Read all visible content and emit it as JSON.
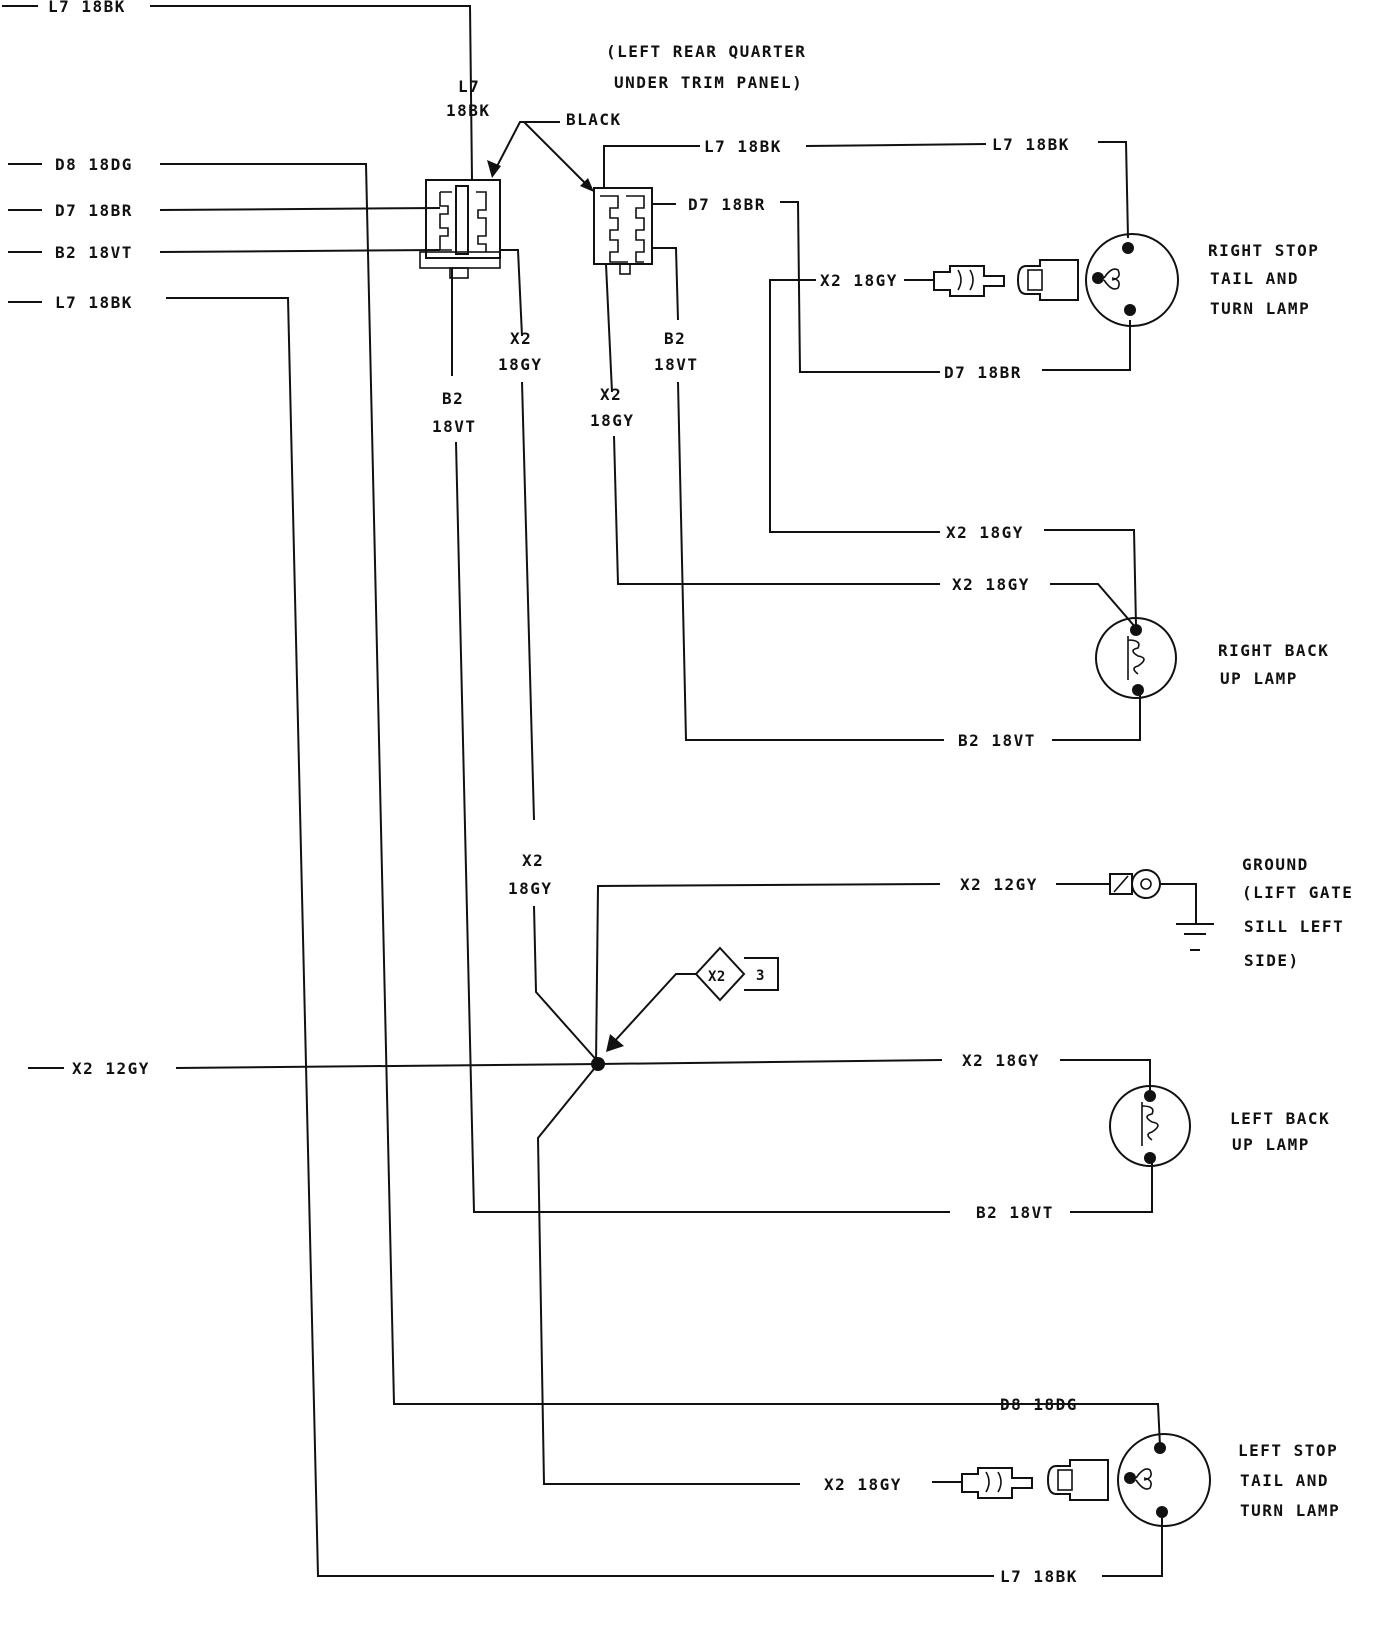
{
  "diagram": {
    "location_note": [
      "(LEFT REAR QUARTER",
      "UNDER TRIM PANEL)"
    ],
    "connector_color": "BLACK",
    "left_feeds": [
      {
        "circuit": "L7 18BK"
      },
      {
        "circuit": "D8 18DG"
      },
      {
        "circuit": "D7 18BR"
      },
      {
        "circuit": "B2 18VT"
      },
      {
        "circuit": "L7 18BK"
      },
      {
        "circuit": "X2 12GY"
      }
    ],
    "vertical_labels": {
      "l7_top": [
        "L7",
        "18BK"
      ],
      "x2_conn_left": [
        "X2",
        "18GY"
      ],
      "b2_conn_left": [
        "B2",
        "18VT"
      ],
      "x2_conn_right": [
        "X2",
        "18GY"
      ],
      "b2_conn_right": [
        "B2",
        "18VT"
      ],
      "x2_lower": [
        "X2",
        "18GY"
      ]
    },
    "wire_labels": {
      "l7_a": "L7 18BK",
      "l7_b": "L7 18BK",
      "d7_a": "D7 18BR",
      "x2_rst": "X2 18GY",
      "d7_b": "D7 18BR",
      "x2_rbu_a": "X2 18GY",
      "x2_rbu_b": "X2 18GY",
      "b2_rbu": "B2 18VT",
      "x2_ground": "X2 12GY",
      "x2_lbu": "X2 18GY",
      "b2_lbu": "B2 18VT",
      "d8_lst": "D8 18DG",
      "x2_lst": "X2 18GY",
      "l7_lst": "L7 18BK"
    },
    "splice": {
      "name": "X2",
      "number": "3"
    },
    "components": {
      "right_stop": [
        "RIGHT STOP",
        "TAIL AND",
        "TURN LAMP"
      ],
      "right_backup": [
        "RIGHT BACK",
        "UP LAMP"
      ],
      "ground": [
        "GROUND",
        "(LIFT GATE",
        "SILL LEFT",
        "SIDE)"
      ],
      "left_backup": [
        "LEFT BACK",
        "UP LAMP"
      ],
      "left_stop": [
        "LEFT STOP",
        "TAIL AND",
        "TURN LAMP"
      ]
    }
  }
}
